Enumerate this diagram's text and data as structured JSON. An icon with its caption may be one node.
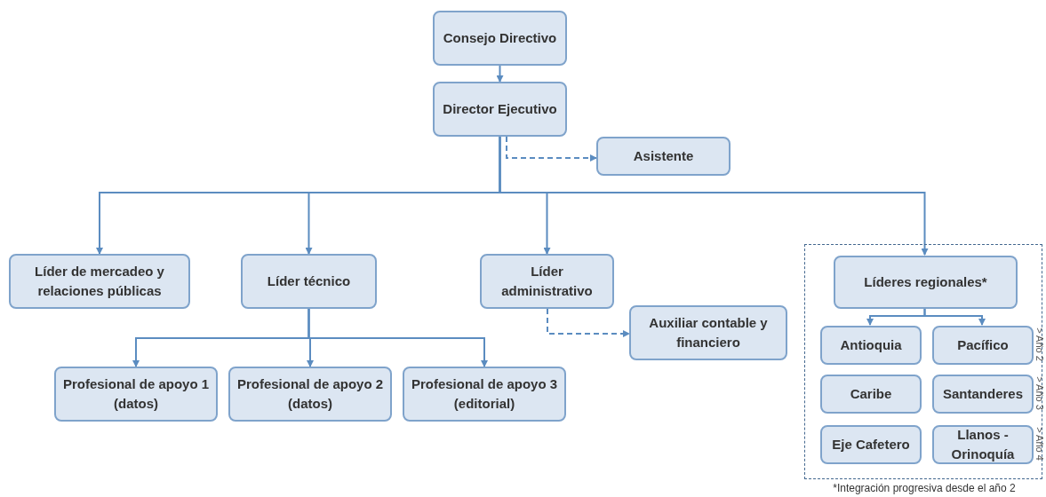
{
  "diagram": {
    "nodes": [
      {
        "text": [
          "Consejo Directivo"
        ]
      },
      {
        "text": [
          "Director Ejecutivo"
        ]
      },
      {
        "text": [
          "Asistente"
        ]
      },
      {
        "text": [
          "Líder de mercadeo y relaciones públicas"
        ]
      },
      {
        "text": [
          "Líder técnico"
        ]
      },
      {
        "text": [
          "Líder administrativo"
        ]
      },
      {
        "text": [],
        "shape": "box"
      },
      {
        "text": [
          "Líderes regionales*"
        ],
        "in": 6
      },
      {
        "text": [
          "Auxiliar contable y financiero"
        ]
      },
      {
        "text": [
          "Profesional de apoyo 1 (datos)"
        ]
      },
      {
        "text": [
          "Profesional de apoyo 2 (datos)"
        ]
      },
      {
        "text": [
          "Profesional de apoyo 3 (editorial)"
        ]
      },
      {
        "text": [
          "Antioquia"
        ],
        "in": 6
      },
      {
        "text": [
          "Pacífico"
        ],
        "in": 6
      },
      {
        "text": [
          "Caribe"
        ],
        "in": 6
      },
      {
        "text": [
          "Santanderes"
        ],
        "in": 6
      },
      {
        "text": [
          "Eje Cafetero"
        ],
        "in": 6
      },
      {
        "text": [
          "Llanos - Orinoquía"
        ],
        "in": 6
      }
    ],
    "edges": [
      {
        "from": 0,
        "to": 1,
        "arrow": "to"
      },
      {
        "from": 1,
        "to": 2,
        "arrow": "to",
        "style": "dashed"
      },
      {
        "from": 1,
        "to": 3,
        "arrow": "to"
      },
      {
        "from": 1,
        "to": 4,
        "arrow": "to"
      },
      {
        "from": 1,
        "to": 5,
        "arrow": "to"
      },
      {
        "from": 1,
        "to": 7,
        "arrow": "to"
      },
      {
        "from": 5,
        "to": 8,
        "arrow": "to",
        "style": "dashed"
      },
      {
        "from": 4,
        "to": 9,
        "arrow": "to"
      },
      {
        "from": 4,
        "to": 10,
        "arrow": "to"
      },
      {
        "from": 4,
        "to": 11,
        "arrow": "to"
      },
      {
        "from": 7,
        "to": 12,
        "arrow": "to"
      },
      {
        "from": 7,
        "to": 13,
        "arrow": "to"
      }
    ],
    "labels": [
      "> Año 2",
      "> Año 3",
      "> Año 4",
      "*Integración progresiva desde el año 2"
    ]
  }
}
